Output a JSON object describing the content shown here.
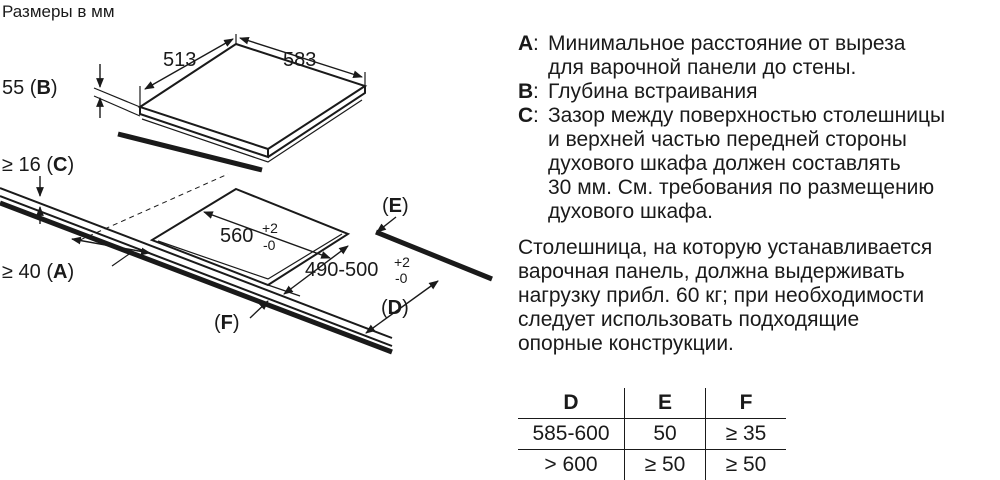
{
  "caption": "Размеры в мм",
  "dimensions": {
    "hob_depth": "513",
    "hob_width": "583",
    "cutout_width": "560",
    "cutout_width_tol_upper": "+2",
    "cutout_width_tol_lower": "-0",
    "cutout_depth": "490-500",
    "cutout_depth_tol_upper": "+2",
    "cutout_depth_tol_lower": "-0"
  },
  "callouts": {
    "b_value": "55 (",
    "b_key": "B",
    "b_close": ")",
    "c_value": "≥ 16 (",
    "c_key": "C",
    "c_close": ")",
    "a_value": "≥ 40 (",
    "a_key": "A",
    "a_close": ")",
    "e_open": "(",
    "e_key": "E",
    "e_close": ")",
    "d_open": "(",
    "d_key": "D",
    "d_close": ")",
    "f_open": "(",
    "f_key": "F",
    "f_close": ")"
  },
  "legend": [
    {
      "key": "A",
      "lines": [
        "Минимальное расстояние от выреза",
        "для варочной панели до стены."
      ]
    },
    {
      "key": "B",
      "lines": [
        "Глубина встраивания"
      ]
    },
    {
      "key": "C",
      "lines": [
        "Зазор между поверхностью столешницы",
        "и верхней частью передней стороны",
        "духового шкафа должен составлять",
        "30 мм. См. требования по размещению",
        "духового шкафа."
      ]
    }
  ],
  "note_lines": [
    "Столешница, на которую устанавливается",
    "варочная панель, должна выдерживать",
    "нагрузку прибл. 60 кг; при необходимости",
    "следует использовать подходящие",
    "опорные конструкции."
  ],
  "table": {
    "headers": [
      "D",
      "E",
      "F"
    ],
    "rows": [
      [
        "585-600",
        "50",
        "≥ 35"
      ],
      [
        "> 600",
        "≥ 50",
        "≥ 50"
      ]
    ]
  }
}
